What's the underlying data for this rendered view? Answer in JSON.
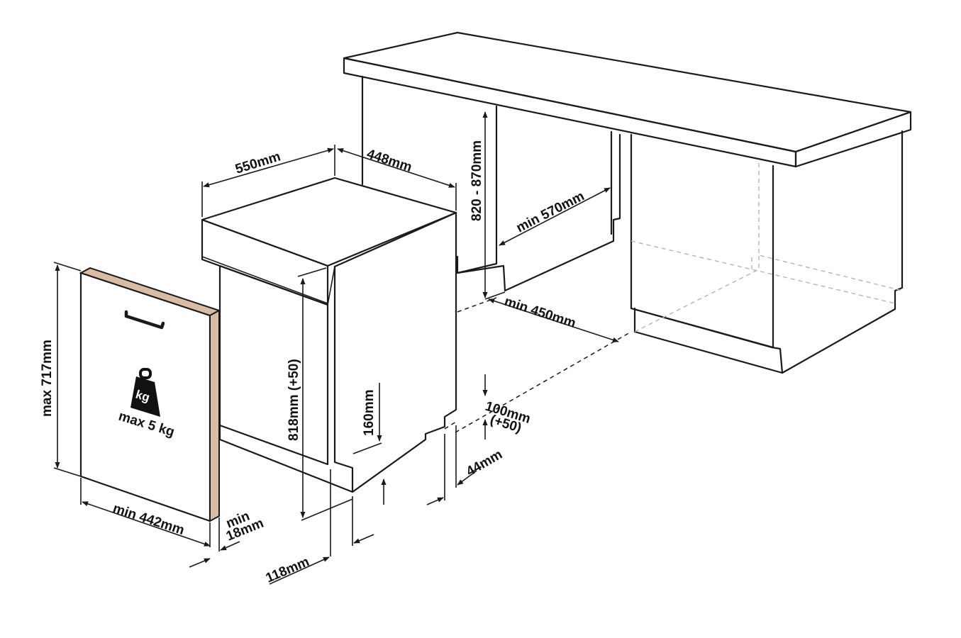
{
  "colors": {
    "line": "#1a1a1a",
    "panel_edge": "#c9a98a",
    "weight_icon": "#111111"
  },
  "icons": {
    "weight": "weight-kg-icon",
    "handle": "door-handle-icon"
  },
  "panel": {
    "height_label": "max 717mm",
    "width_label": "min 442mm",
    "thickness_label_1": "min",
    "thickness_label_2": "18mm",
    "weight_unit": "kg",
    "weight_label": "max 5 kg"
  },
  "appliance": {
    "width_label": "550mm",
    "depth_label": "448mm",
    "height_label": "818mm  (+50)",
    "plinth_label": "160mm",
    "offset_label": "118mm"
  },
  "niche": {
    "height_label": "820 - 870mm",
    "width_label": "min 570mm",
    "depth_label": "min 450mm",
    "plinth_height_label_1": "100mm",
    "plinth_height_label_2": "(+50)",
    "plinth_depth_label": "44mm"
  }
}
